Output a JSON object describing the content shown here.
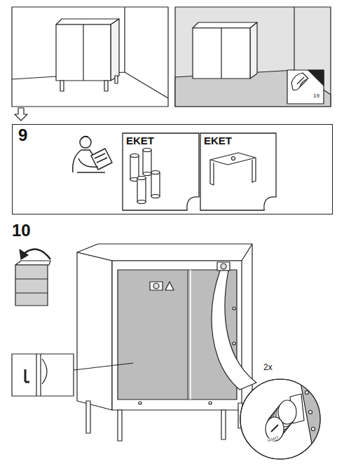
{
  "diagram": {
    "nodes": [
      {
        "text": [
          "9"
        ]
      },
      {
        "text": [
          "EKET"
        ],
        "in": 0
      },
      {
        "text": [
          "EKET"
        ],
        "in": 0
      }
    ],
    "labels": [
      "19",
      "10",
      "2x",
      "141413"
    ]
  }
}
